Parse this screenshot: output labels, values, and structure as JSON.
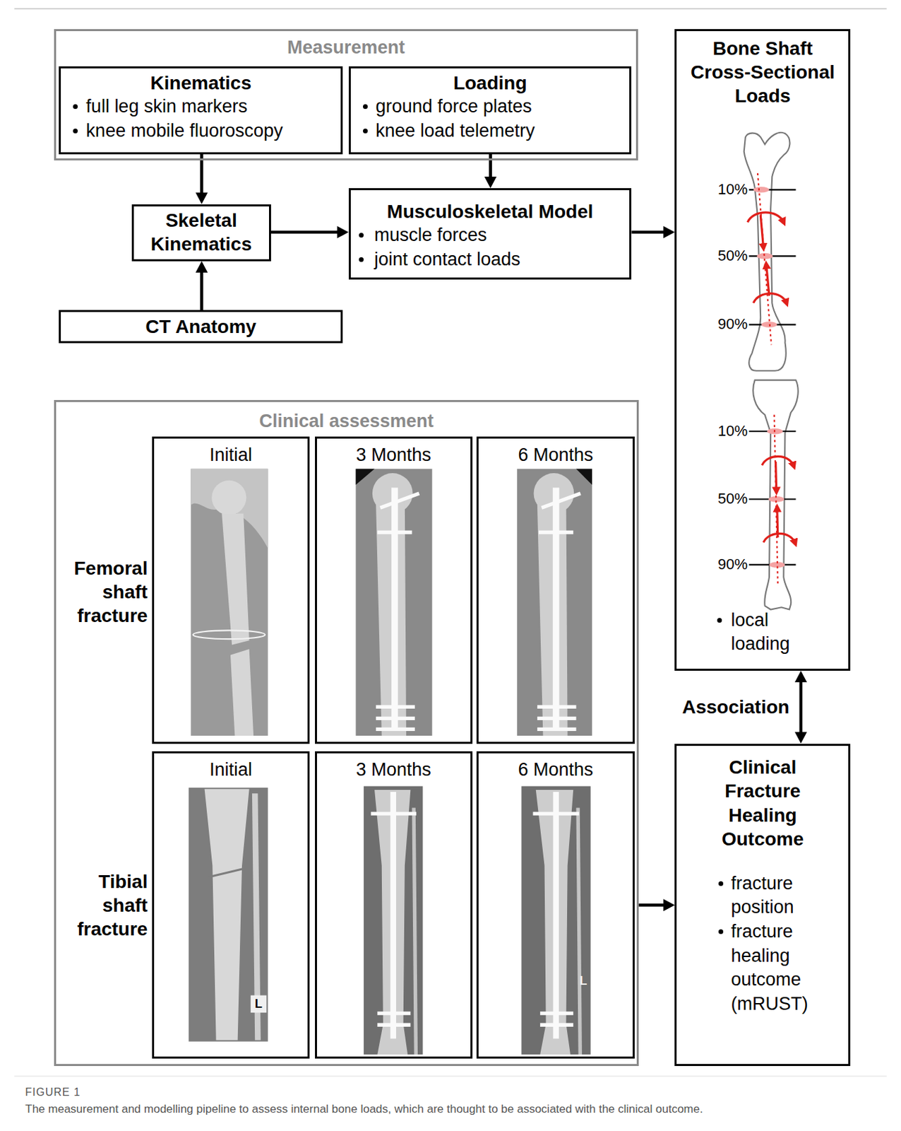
{
  "diagram": {
    "caption": "The measurement and modelling pipeline to assess internal bone loads, which are thought to be associated with the clinical outcome.",
    "nodes": [
      {
        "text": [
          "Measurement"
        ]
      },
      {
        "text": [
          "Kinematics",
          "full leg skin markers",
          "knee mobile fluoroscopy"
        ],
        "in": 0
      },
      {
        "text": [
          "Loading",
          "ground force plates",
          "knee load telemetry"
        ],
        "in": 0
      },
      {
        "text": [
          "Skeletal Kinematics"
        ]
      },
      {
        "text": [
          "Musculoskeletal Model",
          "muscle forces",
          "joint contact loads"
        ]
      },
      {
        "text": [
          "CT Anatomy"
        ]
      },
      {
        "text": [
          "Bone Shaft Cross-Sectional Loads",
          "local loading"
        ]
      },
      {
        "text": [
          "Clinical assessment"
        ]
      },
      {
        "text": [
          "Initial"
        ],
        "in": 7
      },
      {
        "text": [
          "3 Months"
        ],
        "in": 7
      },
      {
        "text": [
          "6 Months"
        ],
        "in": 7
      },
      {
        "text": [
          "Initial"
        ],
        "in": 7
      },
      {
        "text": [
          "3 Months"
        ],
        "in": 7
      },
      {
        "text": [
          "6 Months"
        ],
        "in": 7
      },
      {
        "text": [
          "Clinical Fracture Healing Outcome",
          "fracture position",
          "fracture healing outcome (mRUST)"
        ]
      }
    ],
    "edges": [
      {
        "from": 1,
        "to": 3,
        "arrow": "to"
      },
      {
        "from": 2,
        "to": 4,
        "arrow": "to"
      },
      {
        "from": 3,
        "to": 4,
        "arrow": "to"
      },
      {
        "from": 5,
        "to": 3,
        "arrow": "to"
      },
      {
        "from": 4,
        "to": 6,
        "arrow": "to"
      },
      {
        "from": 6,
        "to": 14,
        "label": "Association",
        "arrow": "both"
      },
      {
        "from": 7,
        "to": 14,
        "arrow": "to"
      }
    ],
    "labels": [
      "10%",
      "50%",
      "90%",
      "10%",
      "50%",
      "90%",
      "Femoral shaft fracture",
      "Tibial shaft fracture",
      "L",
      "L",
      "FIGURE 1"
    ]
  }
}
